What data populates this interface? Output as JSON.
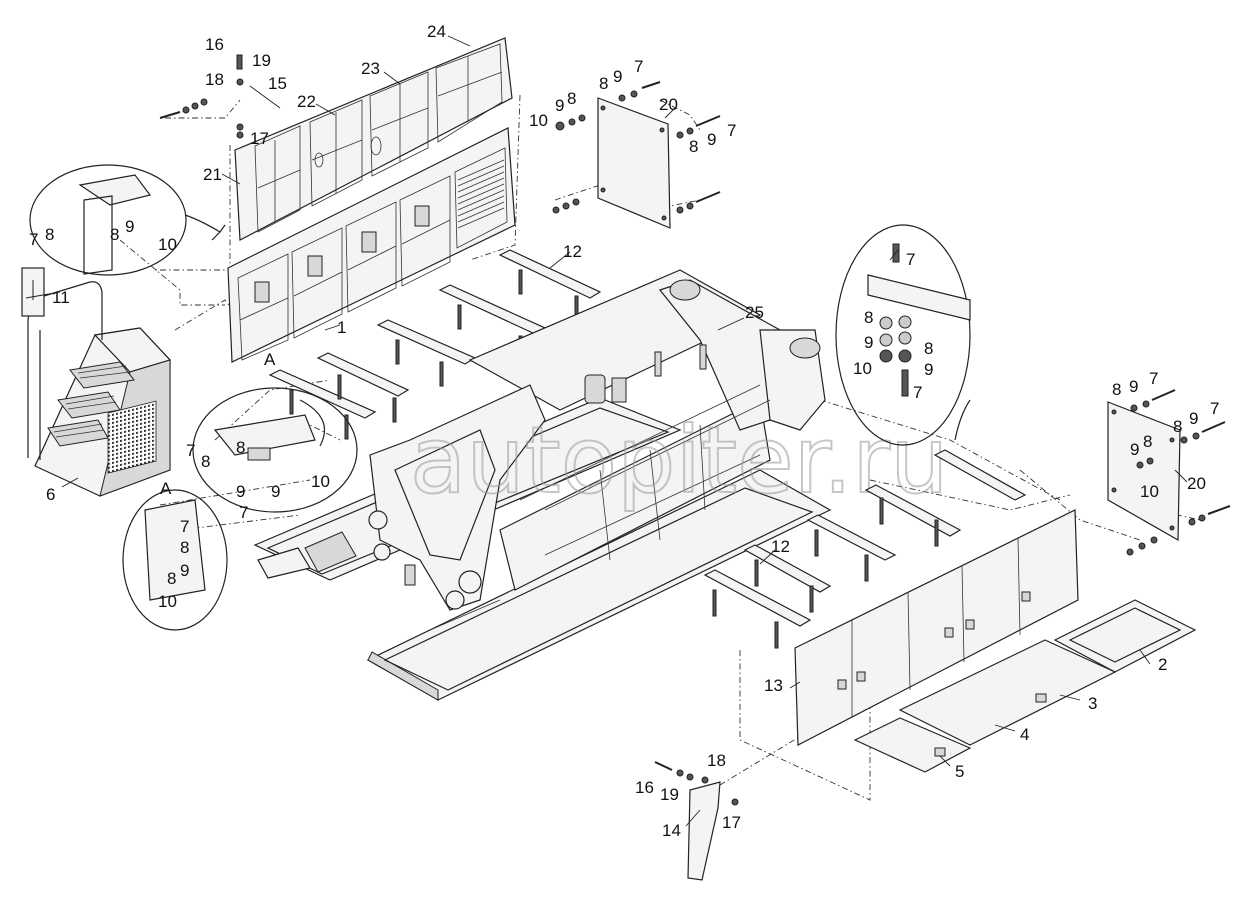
{
  "diagram": {
    "watermark": "autopiter.ru",
    "view_marker": "A",
    "callouts": [
      {
        "id": "c-16a",
        "label": "16"
      },
      {
        "id": "c-19a",
        "label": "19"
      },
      {
        "id": "c-18a",
        "label": "18"
      },
      {
        "id": "c-15",
        "label": "15"
      },
      {
        "id": "c-17a",
        "label": "17"
      },
      {
        "id": "c-22",
        "label": "22"
      },
      {
        "id": "c-23",
        "label": "23"
      },
      {
        "id": "c-24",
        "label": "24"
      },
      {
        "id": "c-21",
        "label": "21"
      },
      {
        "id": "c-7a",
        "label": "7"
      },
      {
        "id": "c-8a",
        "label": "8"
      },
      {
        "id": "c-8b",
        "label": "8"
      },
      {
        "id": "c-9a",
        "label": "9"
      },
      {
        "id": "c-10a",
        "label": "10"
      },
      {
        "id": "c-11",
        "label": "11"
      },
      {
        "id": "c-1",
        "label": "1"
      },
      {
        "id": "c-A1",
        "label": "A"
      },
      {
        "id": "c-6",
        "label": "6"
      },
      {
        "id": "c-7b",
        "label": "7"
      },
      {
        "id": "c-8c",
        "label": "8"
      },
      {
        "id": "c-8d",
        "label": "8"
      },
      {
        "id": "c-9b",
        "label": "9"
      },
      {
        "id": "c-9c",
        "label": "9"
      },
      {
        "id": "c-10b",
        "label": "10"
      },
      {
        "id": "c-7c",
        "label": "7"
      },
      {
        "id": "c-A2",
        "label": "A"
      },
      {
        "id": "c-7d",
        "label": "7"
      },
      {
        "id": "c-8e",
        "label": "8"
      },
      {
        "id": "c-9d",
        "label": "9"
      },
      {
        "id": "c-8f",
        "label": "8"
      },
      {
        "id": "c-10c",
        "label": "10"
      },
      {
        "id": "c-10d",
        "label": "10"
      },
      {
        "id": "c-9e",
        "label": "9"
      },
      {
        "id": "c-8g",
        "label": "8"
      },
      {
        "id": "c-8h",
        "label": "8"
      },
      {
        "id": "c-9f",
        "label": "9"
      },
      {
        "id": "c-7e",
        "label": "7"
      },
      {
        "id": "c-20a",
        "label": "20"
      },
      {
        "id": "c-8i",
        "label": "8"
      },
      {
        "id": "c-9g",
        "label": "9"
      },
      {
        "id": "c-7f",
        "label": "7"
      },
      {
        "id": "c-12a",
        "label": "12"
      },
      {
        "id": "c-25",
        "label": "25"
      },
      {
        "id": "c-7g",
        "label": "7"
      },
      {
        "id": "c-8j",
        "label": "8"
      },
      {
        "id": "c-9h",
        "label": "9"
      },
      {
        "id": "c-8k",
        "label": "8"
      },
      {
        "id": "c-10e",
        "label": "10"
      },
      {
        "id": "c-9i",
        "label": "9"
      },
      {
        "id": "c-7h",
        "label": "7"
      },
      {
        "id": "c-8l",
        "label": "8"
      },
      {
        "id": "c-9j",
        "label": "9"
      },
      {
        "id": "c-7i",
        "label": "7"
      },
      {
        "id": "c-8m",
        "label": "8"
      },
      {
        "id": "c-9k",
        "label": "9"
      },
      {
        "id": "c-7j",
        "label": "7"
      },
      {
        "id": "c-9l",
        "label": "9"
      },
      {
        "id": "c-8n",
        "label": "8"
      },
      {
        "id": "c-10f",
        "label": "10"
      },
      {
        "id": "c-20b",
        "label": "20"
      },
      {
        "id": "c-12b",
        "label": "12"
      },
      {
        "id": "c-13",
        "label": "13"
      },
      {
        "id": "c-2",
        "label": "2"
      },
      {
        "id": "c-3",
        "label": "3"
      },
      {
        "id": "c-4",
        "label": "4"
      },
      {
        "id": "c-5",
        "label": "5"
      },
      {
        "id": "c-18b",
        "label": "18"
      },
      {
        "id": "c-16b",
        "label": "16"
      },
      {
        "id": "c-19b",
        "label": "19"
      },
      {
        "id": "c-17b",
        "label": "17"
      },
      {
        "id": "c-14",
        "label": "14"
      }
    ]
  }
}
